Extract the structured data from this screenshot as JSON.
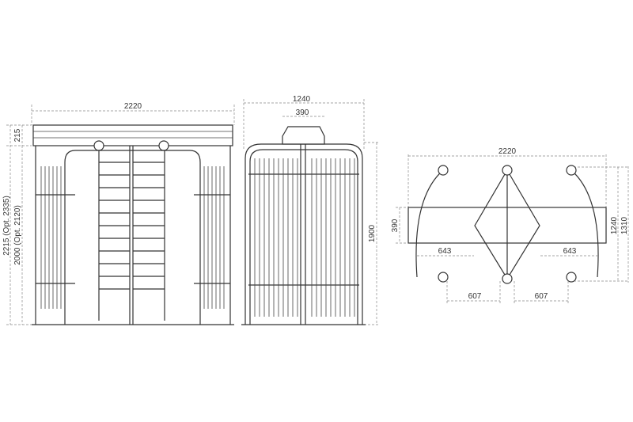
{
  "front_view": {
    "width_label": "2220",
    "top_height_label": "215",
    "total_height_label": "2215 (Opt. 2335)",
    "passage_height_label": "2000 (Opt. 2120)"
  },
  "side_view": {
    "width_label": "1240",
    "head_width_label": "390",
    "height_label": "1900"
  },
  "top_view": {
    "width_label": "2220",
    "beam_depth_label": "390",
    "depth_label": "1240",
    "outer_depth_label": "1310",
    "arm_left_label": "643",
    "arm_right_label": "643",
    "offset_left_label": "607",
    "offset_right_label": "607"
  }
}
